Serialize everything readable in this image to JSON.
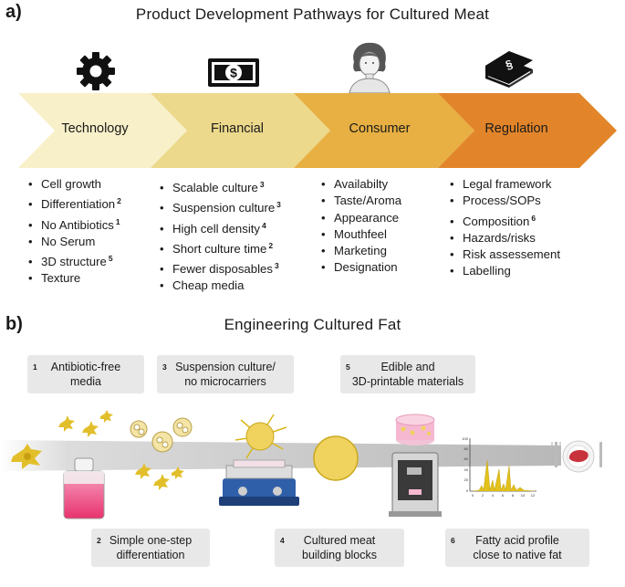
{
  "panel_a": {
    "label": "a)",
    "title": "Product Development Pathways for Cultured Meat",
    "stages": [
      {
        "name": "Technology",
        "icon": "gear-icon",
        "color": "#f8f0c8"
      },
      {
        "name": "Financial",
        "icon": "dollar-bill-icon",
        "color": "#ecd98c"
      },
      {
        "name": "Consumer",
        "icon": "person-portrait-icon",
        "color": "#e8b043"
      },
      {
        "name": "Regulation",
        "icon": "law-book-icon",
        "color": "#e2852a"
      }
    ],
    "lists": [
      [
        {
          "text": "Cell growth",
          "ref": ""
        },
        {
          "text": "Differentiation",
          "ref": "2"
        },
        {
          "text": "No Antibiotics",
          "ref": "1"
        },
        {
          "text": "No Serum",
          "ref": ""
        },
        {
          "text": "3D structure",
          "ref": "5"
        },
        {
          "text": "Texture",
          "ref": ""
        }
      ],
      [
        {
          "text": "Scalable culture",
          "ref": "3"
        },
        {
          "text": "Suspension culture",
          "ref": "3"
        },
        {
          "text": "High cell density",
          "ref": "4"
        },
        {
          "text": "Short culture time",
          "ref": "2"
        },
        {
          "text": "Fewer disposables",
          "ref": "3"
        },
        {
          "text": "Cheap media",
          "ref": ""
        }
      ],
      [
        {
          "text": "Availabilty",
          "ref": ""
        },
        {
          "text": "Taste/Aroma",
          "ref": ""
        },
        {
          "text": "Appearance",
          "ref": ""
        },
        {
          "text": "Mouthfeel",
          "ref": ""
        },
        {
          "text": "Marketing",
          "ref": ""
        },
        {
          "text": "Designation",
          "ref": ""
        }
      ],
      [
        {
          "text": "Legal framework",
          "ref": ""
        },
        {
          "text": "Process/SOPs",
          "ref": ""
        },
        {
          "text": "Composition",
          "ref": "6"
        },
        {
          "text": "Hazards/risks",
          "ref": ""
        },
        {
          "text": "Risk assessement",
          "ref": ""
        },
        {
          "text": "Labelling",
          "ref": ""
        }
      ]
    ]
  },
  "panel_b": {
    "label": "b)",
    "title": "Engineering Cultured Fat",
    "callouts": [
      {
        "num": "1",
        "line1": "Antibiotic-free",
        "line2": "media"
      },
      {
        "num": "3",
        "line1": "Suspension culture/",
        "line2": "no microcarriers"
      },
      {
        "num": "5",
        "line1": "Edible and",
        "line2": "3D-printable materials"
      },
      {
        "num": "2",
        "line1": "Simple one-step",
        "line2": "differentiation"
      },
      {
        "num": "4",
        "line1": "Cultured meat",
        "line2": "building blocks"
      },
      {
        "num": "6",
        "line1": "Fatty acid profile",
        "line2": "close to native fat"
      }
    ],
    "spectrum_axis": {
      "y_ticks": [
        "100",
        "80",
        "60",
        "40",
        "20",
        "0"
      ],
      "x_ticks": [
        "0",
        "2",
        "4",
        "6",
        "8",
        "10",
        "12"
      ]
    },
    "illustrations": [
      "adipocyte-cell-icon",
      "culture-flask-icon",
      "spheroid-cluster-icon",
      "magnetic-stirrer-icon",
      "fat-spheroid-icon",
      "printed-construct-icon",
      "3d-printer-icon",
      "chromatogram-icon",
      "plated-steak-icon"
    ]
  }
}
